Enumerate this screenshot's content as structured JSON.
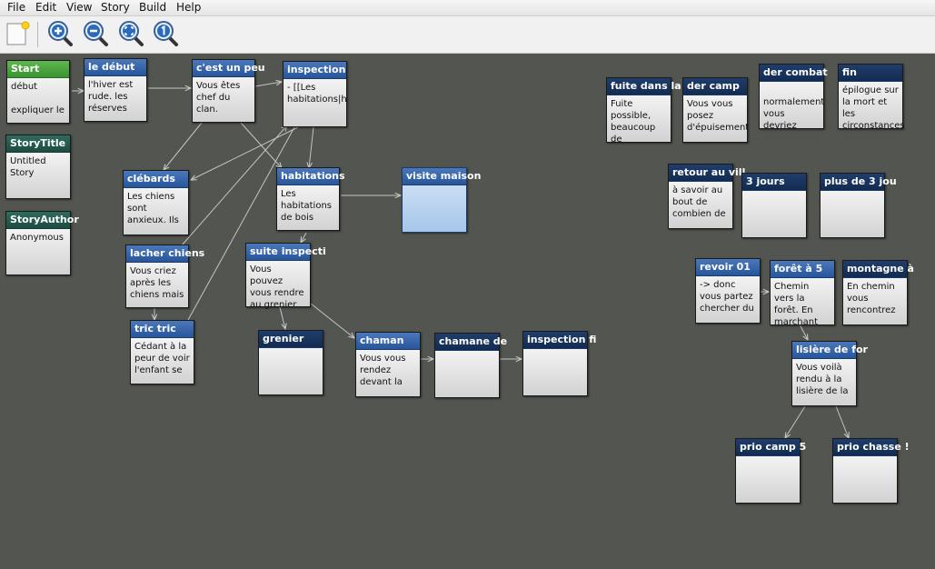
{
  "menu": [
    "File",
    "Edit",
    "View",
    "Story",
    "Build",
    "Help"
  ],
  "toolbar": {
    "icons": [
      "new-passage-icon",
      "zoom-in-icon",
      "zoom-out-icon",
      "zoom-fit-icon",
      "zoom-actual-size-icon"
    ]
  },
  "colors": {
    "canvas": "#535550",
    "title_blue": "#2f5fa5",
    "title_dark": "#173462",
    "title_start": "#4ea83f",
    "title_special": "#245a4f",
    "selected_fill": "#b4cff0"
  },
  "passages": [
    {
      "id": "start",
      "title": "Start",
      "body": "début\n\nexpliquer le",
      "style": "start"
    },
    {
      "id": "le-debut",
      "title": "le début",
      "body": "l'hiver est rude. les réserves",
      "style": "blue"
    },
    {
      "id": "cest-un-peu",
      "title": "c'est un peu",
      "body": "Vous êtes chef du clan.",
      "style": "blue"
    },
    {
      "id": "inspection",
      "title": "inspection",
      "body": "- [[Les habitations|h",
      "style": "blue"
    },
    {
      "id": "storytitle",
      "title": "StoryTitle",
      "body": "Untitled Story",
      "style": "teal"
    },
    {
      "id": "storyauthor",
      "title": "StoryAuthor",
      "body": "Anonymous",
      "style": "teal"
    },
    {
      "id": "clebards",
      "title": "clébards",
      "body": "Les chiens sont anxieux. Ils",
      "style": "blue"
    },
    {
      "id": "habitations",
      "title": "habitations",
      "body": "Les habitations de bois",
      "style": "blue"
    },
    {
      "id": "visite-maison",
      "title": "visite maison",
      "body": "",
      "style": "selected"
    },
    {
      "id": "lacher-chiens",
      "title": "lacher chiens",
      "body": "Vous criez après les chiens mais",
      "style": "blue"
    },
    {
      "id": "suite-inspection",
      "title": "suite inspecti",
      "body": "Vous pouvez vous rendre au grenier",
      "style": "blue"
    },
    {
      "id": "tric-tric",
      "title": "tric tric",
      "body": "Cédant à la peur de voir l'enfant se",
      "style": "blue"
    },
    {
      "id": "grenier",
      "title": "grenier",
      "body": "",
      "style": "dark"
    },
    {
      "id": "chaman",
      "title": "chaman",
      "body": "Vous vous rendez devant la",
      "style": "blue"
    },
    {
      "id": "chamane-de",
      "title": "chamane de",
      "body": "",
      "style": "dark"
    },
    {
      "id": "inspection-fi",
      "title": "inspection fi",
      "body": "",
      "style": "dark"
    },
    {
      "id": "fuite-dans-la",
      "title": "fuite dans la",
      "body": "Fuite possible, beaucoup de",
      "style": "dark"
    },
    {
      "id": "der-camp",
      "title": "der camp",
      "body": "Vous vous posez d'épuisement",
      "style": "dark"
    },
    {
      "id": "der-combat",
      "title": "der combat",
      "body": "\nnormalement vous devriez",
      "style": "dark"
    },
    {
      "id": "fin",
      "title": "fin",
      "body": "épilogue sur la mort et les circonstances",
      "style": "dark"
    },
    {
      "id": "retour-au-vill",
      "title": "retour au vill",
      "body": "à savoir au bout de combien de",
      "style": "dark"
    },
    {
      "id": "3-jours",
      "title": "3 jours",
      "body": "",
      "style": "dark"
    },
    {
      "id": "plus-de-3-jou",
      "title": "plus de 3 jou",
      "body": "",
      "style": "dark"
    },
    {
      "id": "revoir-01",
      "title": "revoir 01",
      "body": "-> donc vous partez chercher du",
      "style": "blue"
    },
    {
      "id": "foret-a-5",
      "title": "forêt à 5",
      "body": "Chemin vers la forêt. En marchant",
      "style": "blue"
    },
    {
      "id": "montagne-a",
      "title": "montagne à",
      "body": "En chemin vous rencontrez",
      "style": "dark"
    },
    {
      "id": "lisiere-de-for",
      "title": "lisière de for",
      "body": "Vous voilà rendu à la lisière de la",
      "style": "blue"
    },
    {
      "id": "prio-camp-5",
      "title": "prio camp 5",
      "body": "",
      "style": "dark"
    },
    {
      "id": "prio-chasse",
      "title": "prio chasse !",
      "body": "",
      "style": "dark"
    }
  ]
}
